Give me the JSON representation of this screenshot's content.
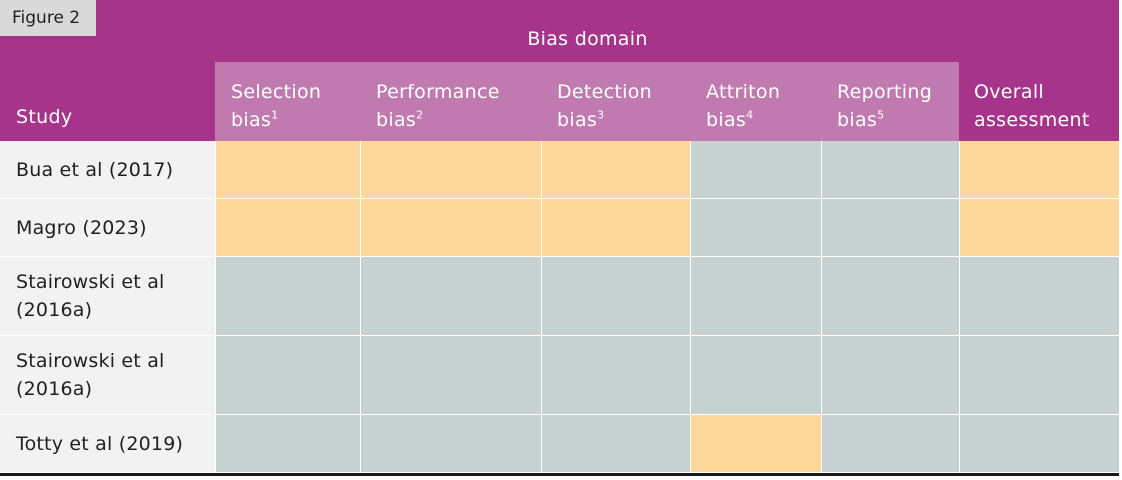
{
  "figure_label": "Figure 2",
  "header": {
    "group_label": "Bias domain",
    "study_label": "Study",
    "overall_line1": "Overall",
    "overall_line2": "assessment",
    "domains": [
      {
        "line1": "Selection",
        "line2": "bias",
        "note": "1"
      },
      {
        "line1": "Performance",
        "line2": "bias",
        "note": "2"
      },
      {
        "line1": "Detection",
        "line2": "bias",
        "note": "3"
      },
      {
        "line1": "Attriton",
        "line2": "bias",
        "note": "4"
      },
      {
        "line1": "Reporting",
        "line2": "bias",
        "note": "5"
      }
    ]
  },
  "colors": {
    "header": "#a6348a",
    "subheader": "#c07ab0",
    "orange_rating": "#fdd89b",
    "grey_rating": "#c6d3d1",
    "study_bg": "#f2f2f2"
  },
  "rows": [
    {
      "study_line1": "Bua et al (2017)",
      "study_line2": "",
      "ratings": [
        "orange",
        "orange",
        "orange",
        "grey",
        "grey",
        "orange"
      ]
    },
    {
      "study_line1": "Magro (2023)",
      "study_line2": "",
      "ratings": [
        "orange",
        "orange",
        "orange",
        "grey",
        "grey",
        "orange"
      ]
    },
    {
      "study_line1": "Stairowski et al",
      "study_line2": "(2016a)",
      "ratings": [
        "grey",
        "grey",
        "grey",
        "grey",
        "grey",
        "grey"
      ]
    },
    {
      "study_line1": "Stairowski et al",
      "study_line2": "(2016a)",
      "ratings": [
        "grey",
        "grey",
        "grey",
        "grey",
        "grey",
        "grey"
      ]
    },
    {
      "study_line1": "Totty et al (2019)",
      "study_line2": "",
      "ratings": [
        "grey",
        "grey",
        "grey",
        "orange",
        "grey",
        "grey"
      ]
    }
  ]
}
